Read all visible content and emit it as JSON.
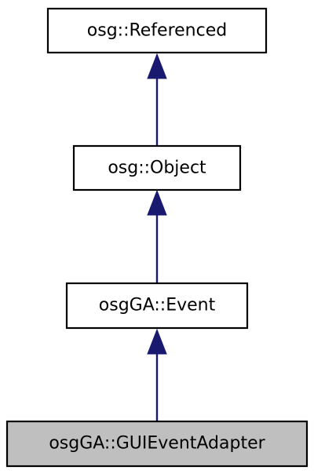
{
  "diagram": {
    "nodes": [
      {
        "id": "referenced",
        "label": "osg::Referenced",
        "highlighted": false
      },
      {
        "id": "object",
        "label": "osg::Object",
        "highlighted": false
      },
      {
        "id": "event",
        "label": "osgGA::Event",
        "highlighted": false
      },
      {
        "id": "gui_event_adapter",
        "label": "osgGA::GUIEventAdapter",
        "highlighted": true
      }
    ],
    "edges": [
      {
        "from": "object",
        "to": "referenced"
      },
      {
        "from": "event",
        "to": "object"
      },
      {
        "from": "gui_event_adapter",
        "to": "event"
      }
    ],
    "colors": {
      "edge": "#191970",
      "box_border": "#000000",
      "box_fill": "#ffffff",
      "highlight_fill": "#bfbfbf"
    }
  }
}
